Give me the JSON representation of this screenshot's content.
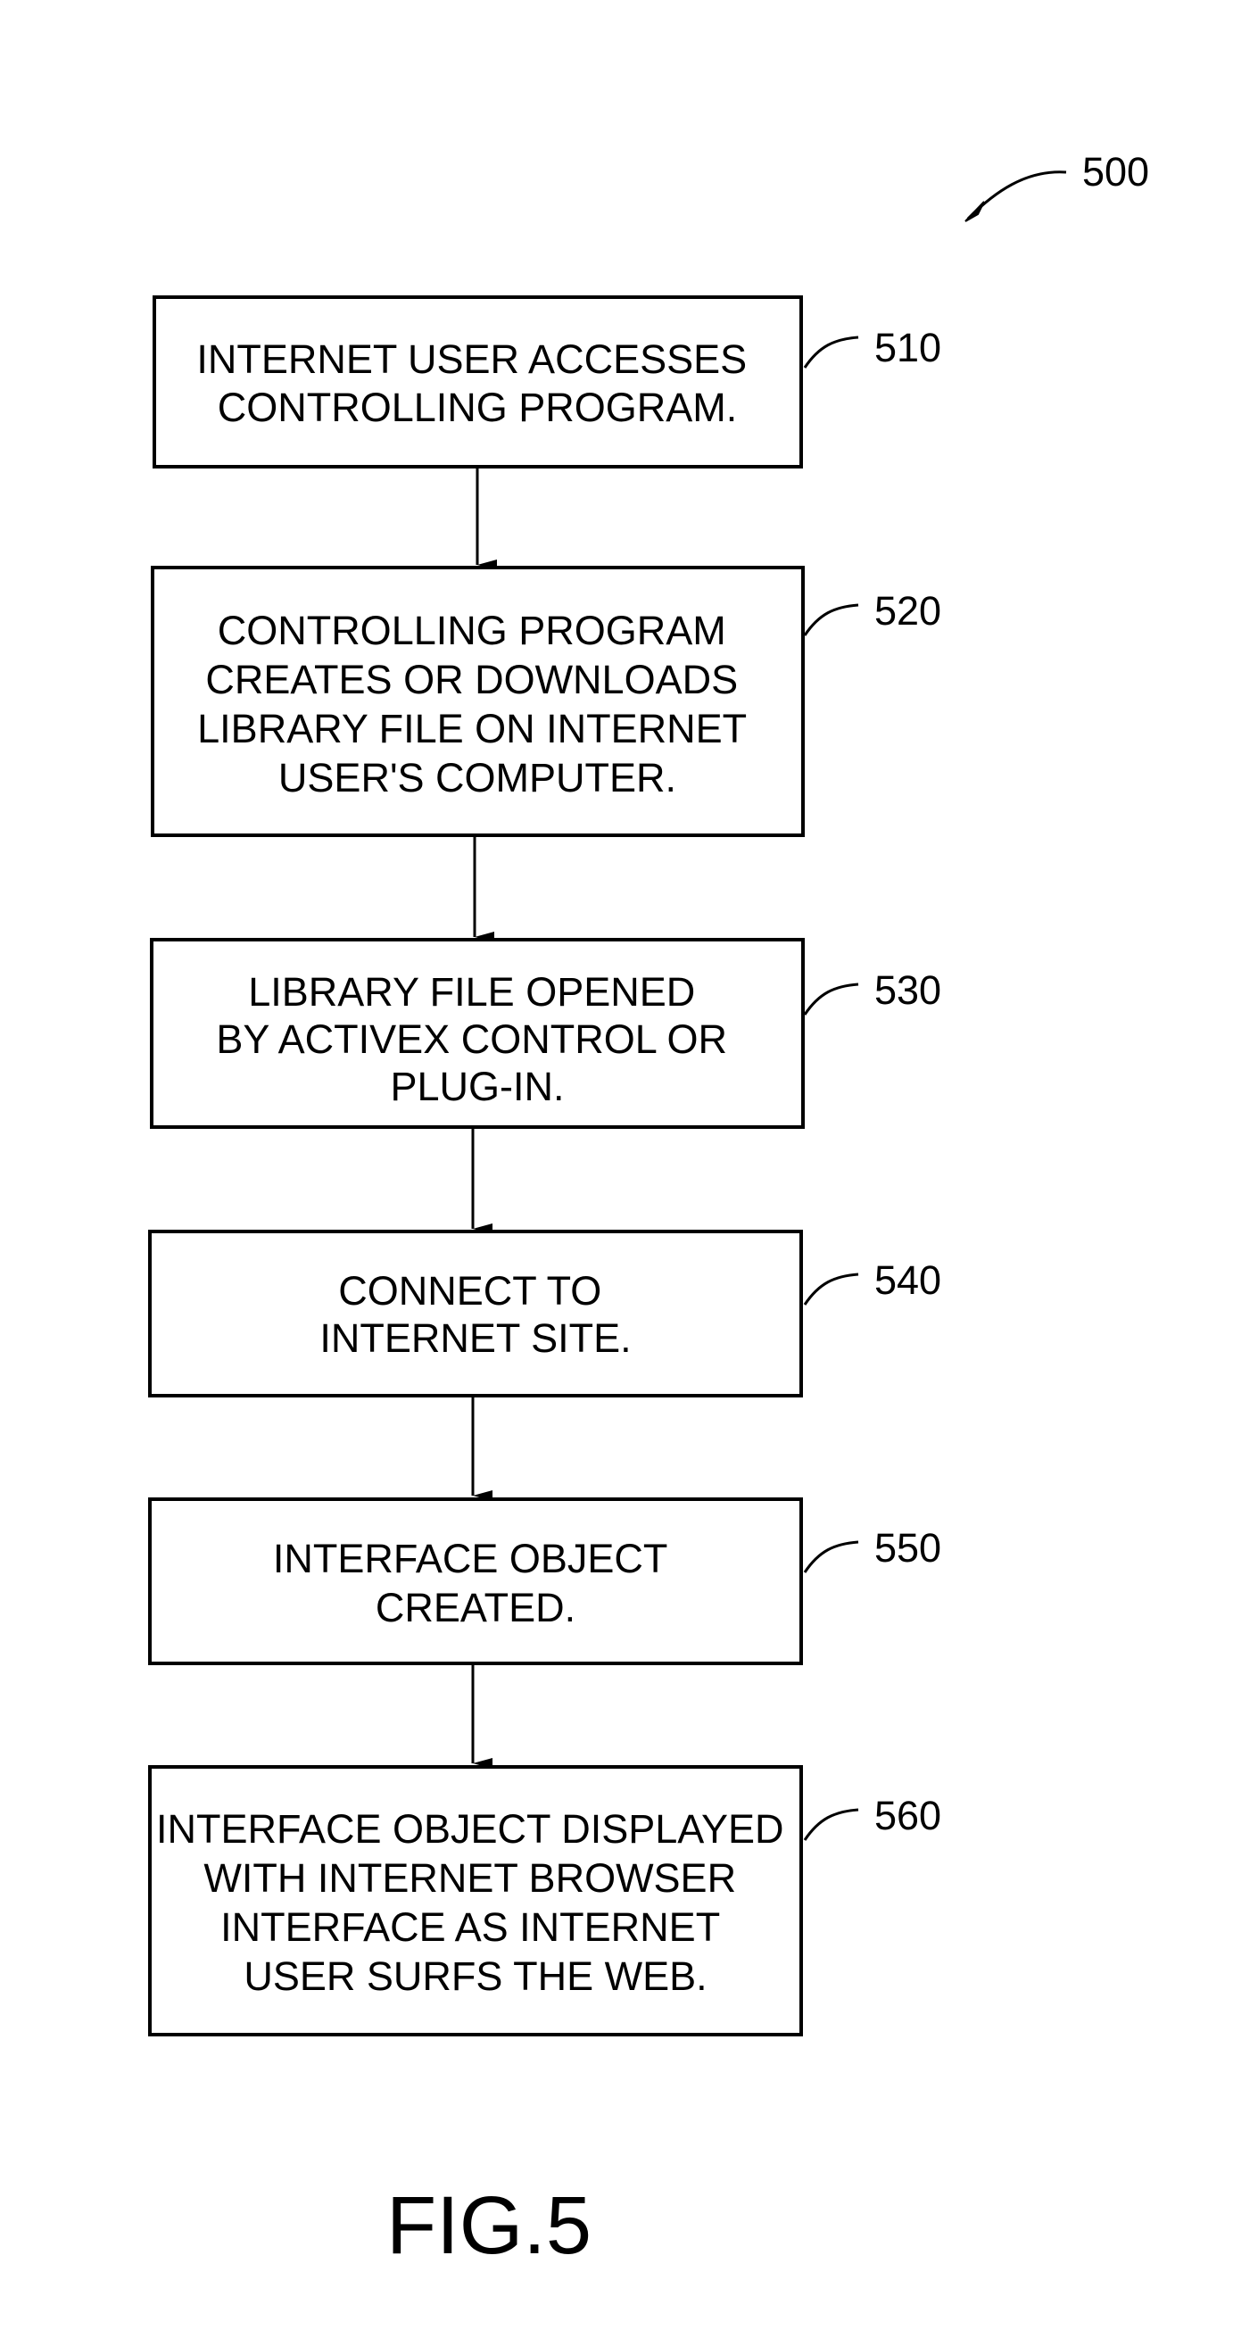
{
  "figure": {
    "reference": "500",
    "caption": "FIG.5"
  },
  "steps": [
    {
      "ref": "510",
      "lines": [
        "INTERNET USER ACCESSES",
        "CONTROLLING PROGRAM."
      ]
    },
    {
      "ref": "520",
      "lines": [
        "CONTROLLING PROGRAM",
        "CREATES OR DOWNLOADS",
        "LIBRARY FILE ON INTERNET",
        "USER'S COMPUTER."
      ]
    },
    {
      "ref": "530",
      "lines": [
        "LIBRARY FILE OPENED",
        "BY ACTIVEX  CONTROL OR",
        "PLUG-IN."
      ]
    },
    {
      "ref": "540",
      "lines": [
        "CONNECT TO",
        "INTERNET SITE."
      ]
    },
    {
      "ref": "550",
      "lines": [
        "INTERFACE OBJECT",
        "CREATED."
      ]
    },
    {
      "ref": "560",
      "lines": [
        "INTERFACE OBJECT DISPLAYED",
        "WITH INTERNET BROWSER",
        "INTERFACE AS INTERNET",
        "USER SURFS THE WEB."
      ]
    }
  ]
}
